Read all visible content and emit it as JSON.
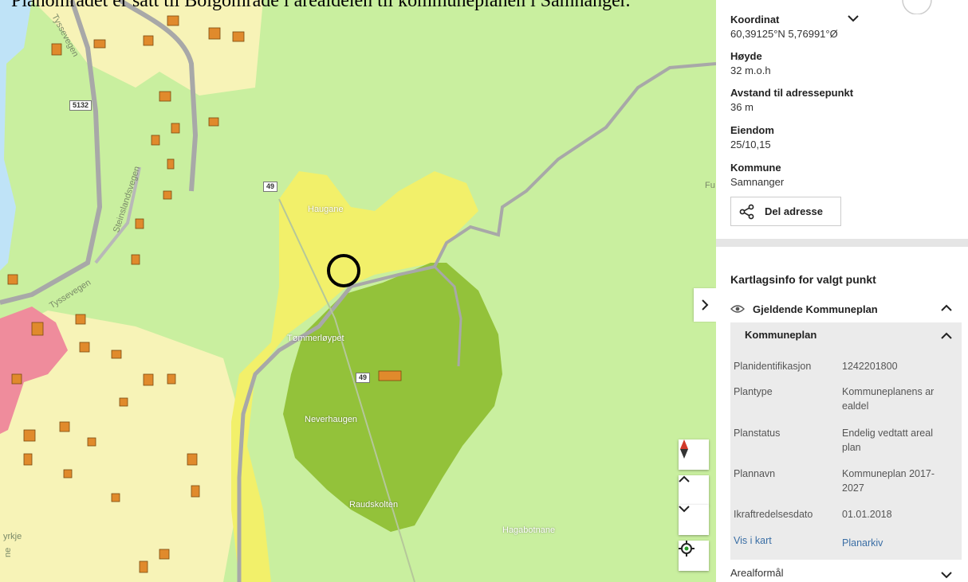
{
  "caption": "Planområdet er satt til Bolgområde i arealdelen til kommuneplanen i Samnanger.",
  "colors": {
    "map_base": "#c9ef9f",
    "zone_yellow": "#f2f06a",
    "zone_green": "#93c23a",
    "pale_yellow": "#f7f3b7",
    "pink": "#ef8c9c",
    "water": "#bfe3f7",
    "road": "#a8a8a8",
    "building": "#e08a2c",
    "marker": "#000000"
  },
  "map": {
    "place_labels": [
      "Haugane",
      "Tømmerløypet",
      "Neverhaugen",
      "Raudskolten",
      "Hagabotnane",
      "Steinslandsvegen",
      "Tyssevegen",
      "Tyssevegen",
      "Fu",
      "yrkje",
      "ne"
    ],
    "road_numbers": [
      "5132",
      "49",
      "49"
    ],
    "compass_icon": "compass-icon",
    "zoom_in_icon": "chevron-up-icon",
    "zoom_out_icon": "chevron-down-icon",
    "locate_icon": "locate-icon"
  },
  "panel": {
    "koordinat_label": "Koordinat",
    "koordinat_value": "60,39125°N 5,76991°Ø",
    "hoyde_label": "Høyde",
    "hoyde_value": "32 m.o.h",
    "avstand_label": "Avstand til adressepunkt",
    "avstand_value": "36 m",
    "eiendom_label": "Eiendom",
    "eiendom_value": "25/10,15",
    "kommune_label": "Kommune",
    "kommune_value": "Samnanger",
    "share_label": "Del adresse",
    "kartlag_title": "Kartlagsinfo for valgt punkt",
    "layer_title": "Gjeldende Kommuneplan",
    "kp_head": "Kommuneplan",
    "rows": [
      {
        "label": "Planidentifikasjon",
        "value": "1242201800"
      },
      {
        "label": "Plantype",
        "value": "Kommuneplanens ar ealdel"
      },
      {
        "label": "Planstatus",
        "value": "Endelig vedtatt areal plan"
      },
      {
        "label": "Plannavn",
        "value": "Kommuneplan 2017-2027"
      },
      {
        "label": "Ikraftredelsesdato",
        "value": "01.01.2018"
      }
    ],
    "vis_i_kart": "Vis i kart",
    "planarkiv": "Planarkiv",
    "arealformal": "Arealformål"
  }
}
